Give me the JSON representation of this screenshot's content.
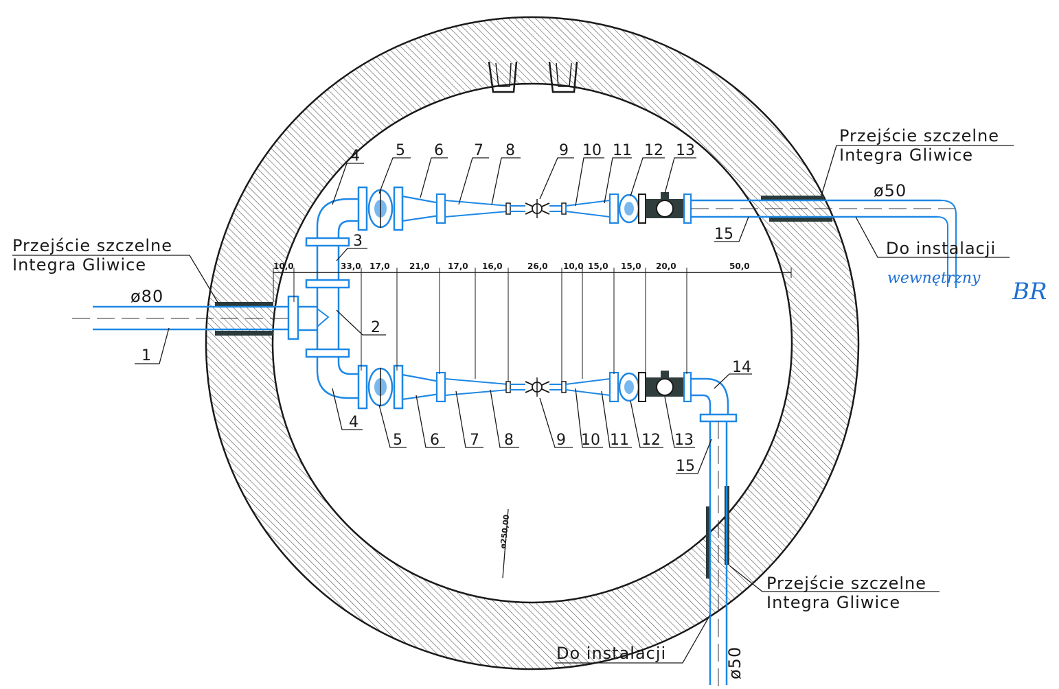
{
  "colors": {
    "pipe": "#1e88e5",
    "ink": "#1a1a1a",
    "wall": "#555555",
    "note": "#1e6fd0"
  },
  "labels": {
    "seal_left_l1": "Przejście szczelne",
    "seal_left_l2": "Integra Gliwice",
    "seal_right_l1": "Przejście szczelne",
    "seal_right_l2": "Integra Gliwice",
    "seal_bottom_l1": "Przejście szczelne",
    "seal_bottom_l2": "Integra Gliwice",
    "dia_inlet": "ø80",
    "dia_outlet_right": "ø50",
    "dia_outlet_bottom": "ø50",
    "to_install_right": "Do instalacji",
    "to_install_bottom": "Do instalacji",
    "well_diameter": "ø250,00",
    "handwritten_1": "wewnętrzny",
    "handwritten_2": "BR"
  },
  "parts": {
    "p1": "1",
    "p2": "2",
    "p3": "3",
    "p4_top": "4",
    "p4_bot": "4",
    "p5_top": "5",
    "p5_bot": "5",
    "p6_top": "6",
    "p6_bot": "6",
    "p7_top": "7",
    "p7_bot": "7",
    "p8_top": "8",
    "p8_bot": "8",
    "p9_top": "9",
    "p9_bot": "9",
    "p10_top": "10",
    "p10_bot": "10",
    "p11_top": "11",
    "p11_bot": "11",
    "p12_top": "12",
    "p12_bot": "12",
    "p13_top": "13",
    "p13_bot": "13",
    "p14": "14",
    "p15_right": "15",
    "p15_bottom": "15"
  },
  "dimensions": [
    "10,0",
    "33,0",
    "17,0",
    "21,0",
    "17,0",
    "16,0",
    "26,0",
    "10,0",
    "15,0",
    "15,0",
    "20,0",
    "50,0"
  ]
}
